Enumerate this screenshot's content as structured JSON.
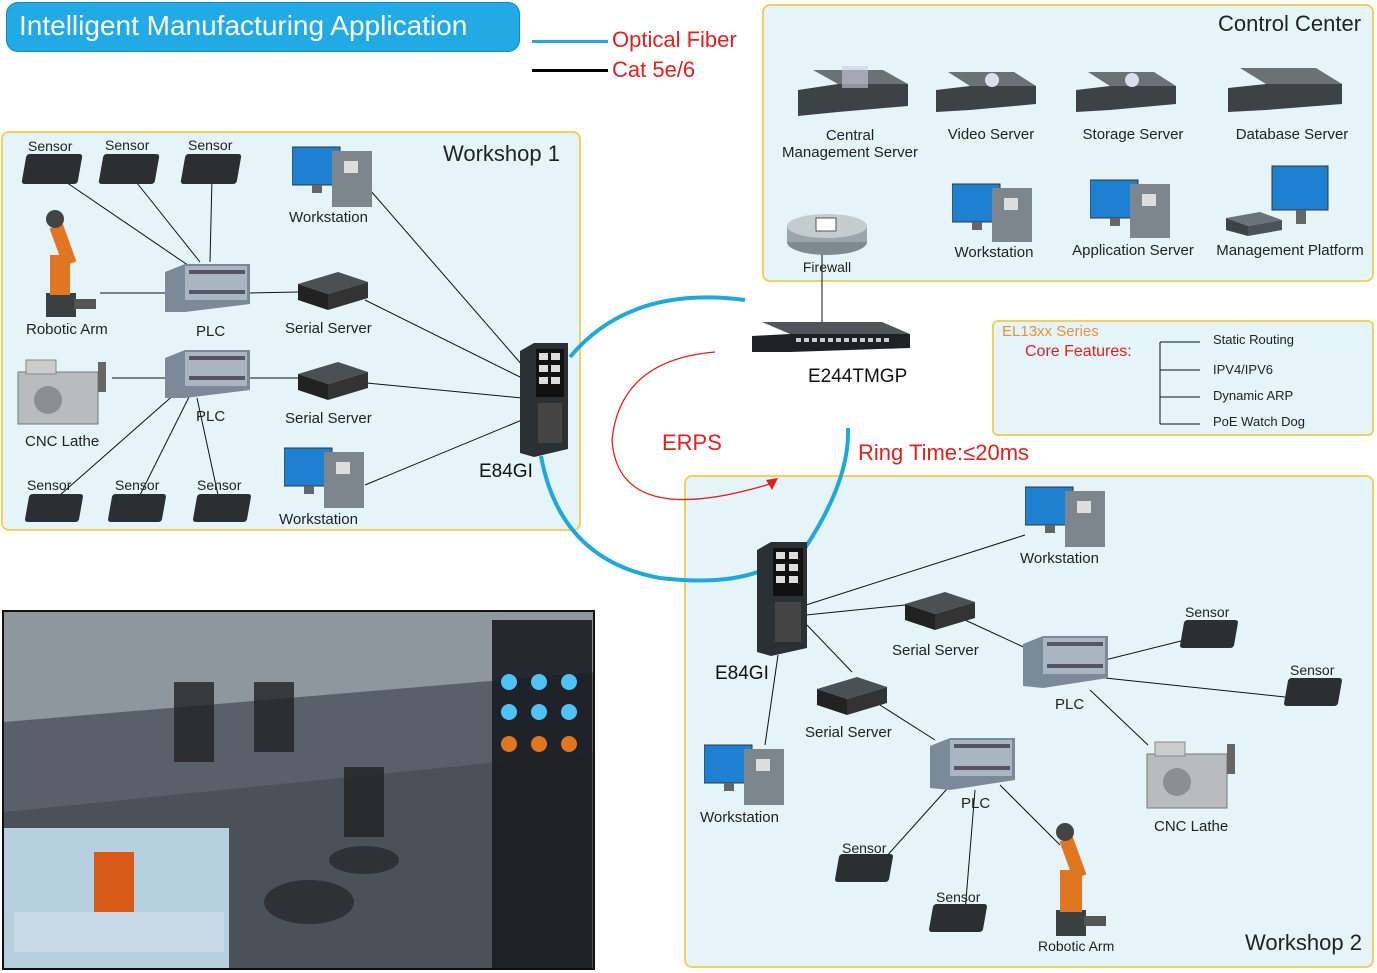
{
  "header": {
    "title": "Intelligent Manufacturing Application"
  },
  "legend": {
    "optical": "Optical Fiber",
    "cat": "Cat 5e/6",
    "optical_color": "#1fa8dc",
    "cat_color": "#000000"
  },
  "control_center": {
    "title": "Control Center",
    "servers": [
      "Central\nManagement Server",
      "Video Server",
      "Storage Server",
      "Database Server"
    ],
    "firewall": "Firewall",
    "workstation": "Workstation",
    "app_server": "Application Server",
    "mgmt_platform": "Management Platform"
  },
  "core_switch": {
    "label": "E244TMGP"
  },
  "features": {
    "series": "EL13xx Series",
    "title": "Core Features:",
    "items": [
      "Static Routing",
      "IPV4/IPV6",
      "Dynamic ARP",
      "PoE Watch Dog"
    ]
  },
  "ring": {
    "erps": "ERPS",
    "ring_time": "Ring Time:≤20ms"
  },
  "workshop1": {
    "title": "Workshop 1",
    "switch": "E84GI",
    "sensor": "Sensor",
    "robot": "Robotic Arm",
    "plc": "PLC",
    "cnc": "CNC Lathe",
    "serial": "Serial Server",
    "workstation": "Workstation"
  },
  "workshop2": {
    "title": "Workshop 2",
    "switch": "E84GI",
    "sensor": "Sensor",
    "robot": "Robotic Arm",
    "plc": "PLC",
    "cnc": "CNC Lathe",
    "serial": "Serial Server",
    "workstation": "Workstation"
  },
  "colors": {
    "accent": "#21aae4",
    "red": "#e02020",
    "panel_bg": "#e4f4f8",
    "panel_border": "#f0d060"
  }
}
